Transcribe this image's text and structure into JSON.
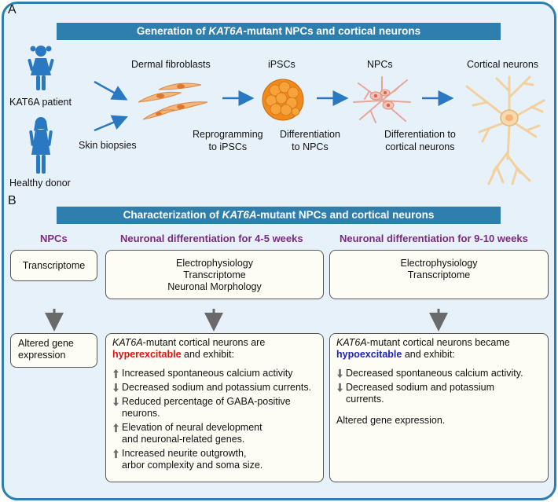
{
  "panel_a": {
    "letter": "A",
    "banner": {
      "prefix": "Generation of ",
      "gene": "KAT6A",
      "suffix": "-mutant NPCs and cortical neurons"
    },
    "kat6a_patient": "KAT6A patient",
    "healthy_donor": "Healthy donor",
    "skin_biopsies": "Skin biopsies",
    "dermal_fibroblasts": "Dermal fibroblasts",
    "ipscs": "iPSCs",
    "npcs": "NPCs",
    "cortical_neurons": "Cortical neurons",
    "reprogramming": [
      "Reprogramming",
      "to iPSCs"
    ],
    "diff_npcs": [
      "Differentiation",
      "to NPCs"
    ],
    "diff_cortical": [
      "Differentiation to",
      "cortical neurons"
    ]
  },
  "panel_b": {
    "letter": "B",
    "banner": {
      "prefix": "Characterization of ",
      "gene": "KAT6A",
      "suffix": "-mutant NPCs and cortical neurons"
    },
    "col_npcs": {
      "heading": "NPCs",
      "top": [
        "Transcriptome"
      ],
      "bottom": [
        "Altered gene",
        "expression"
      ]
    },
    "col_4_5": {
      "heading": "Neuronal differentiation for 4-5 weeks",
      "top": [
        "Electrophysiology",
        "Transcriptome",
        "Neuronal Morphology"
      ],
      "intro_gene": "KAT6A",
      "intro_rest": "-mutant cortical neurons are",
      "state": "hyperexcitable",
      "state_suffix": " and exhibit:",
      "items": [
        {
          "dir": "up",
          "lines": [
            "Increased spontaneous calcium activity"
          ]
        },
        {
          "dir": "down",
          "lines": [
            "Decreased sodium and potassium currents."
          ]
        },
        {
          "dir": "down",
          "lines": [
            "Reduced percentage of GABA-positive",
            "neurons."
          ]
        },
        {
          "dir": "up",
          "lines": [
            "Elevation of neural development",
            "and neuronal-related genes."
          ]
        },
        {
          "dir": "up",
          "lines": [
            "Increased neurite outgrowth,",
            "arbor complexity and soma size."
          ]
        }
      ]
    },
    "col_9_10": {
      "heading": "Neuronal differentiation for 9-10 weeks",
      "top": [
        "Electrophysiology",
        "Transcriptome"
      ],
      "intro_gene": "KAT6A",
      "intro_rest": "-mutant cortical neurons became",
      "state": "hypoexcitable",
      "state_suffix": " and exhibit:",
      "items": [
        {
          "dir": "down",
          "lines": [
            "Decreased spontaneous calcium activity."
          ]
        },
        {
          "dir": "down",
          "lines": [
            "Decreased sodium and potassium",
            "currents."
          ]
        }
      ],
      "extra": "Altered gene expression."
    }
  },
  "colors": {
    "frame_border": "#2f7fae",
    "frame_fill": "#e7f1f9",
    "banner": "#2f7fae",
    "arrow_blue": "#2a78c2",
    "heading_purple": "#7a2a7f",
    "hyper_red": "#e01010",
    "hypo_blue": "#1a22b8",
    "box_fill": "#fdfdf5"
  }
}
